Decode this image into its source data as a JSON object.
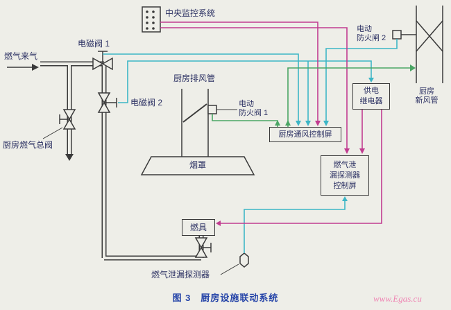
{
  "caption": {
    "figure": "图 3",
    "title": "厨房设施联动系统"
  },
  "watermark": "www.Egas.cu",
  "labels": {
    "gas_inlet": "燃气来气",
    "solenoid_valve_1": "电磁阀 1",
    "solenoid_valve_2": "电磁阀 2",
    "main_gas_valve": "厨房燃气总阀",
    "central_monitoring": "中央监控系统",
    "exhaust_duct": "厨房排风管",
    "fire_damper_1_line1": "电动",
    "fire_damper_1_line2": "防火阀 1",
    "fire_damper_2_line1": "电动",
    "fire_damper_2_line2": "防火闸 2",
    "fresh_air_duct_line1": "厨房",
    "fresh_air_duct_line2": "新风管",
    "vent_control_panel": "厨房通风控制屏",
    "power_relay_line1": "供电",
    "power_relay_line2": "继电器",
    "gas_leak_panel_line1": "燃气泄",
    "gas_leak_panel_line2": "漏探测器",
    "gas_leak_panel_line3": "控制屏",
    "hood": "烟罩",
    "burner": "燃具",
    "gas_leak_detector": "燃气泄漏探测器"
  },
  "colors": {
    "signal_cyan": "#3cb6c6",
    "signal_magenta": "#c13c90",
    "signal_green": "#4aa564",
    "pipe_black": "#3a3a3a",
    "background": "#eeeee8",
    "label_text": "#2c3163",
    "caption_blue": "#2544a8",
    "watermark_pink": "#ef85b3"
  }
}
